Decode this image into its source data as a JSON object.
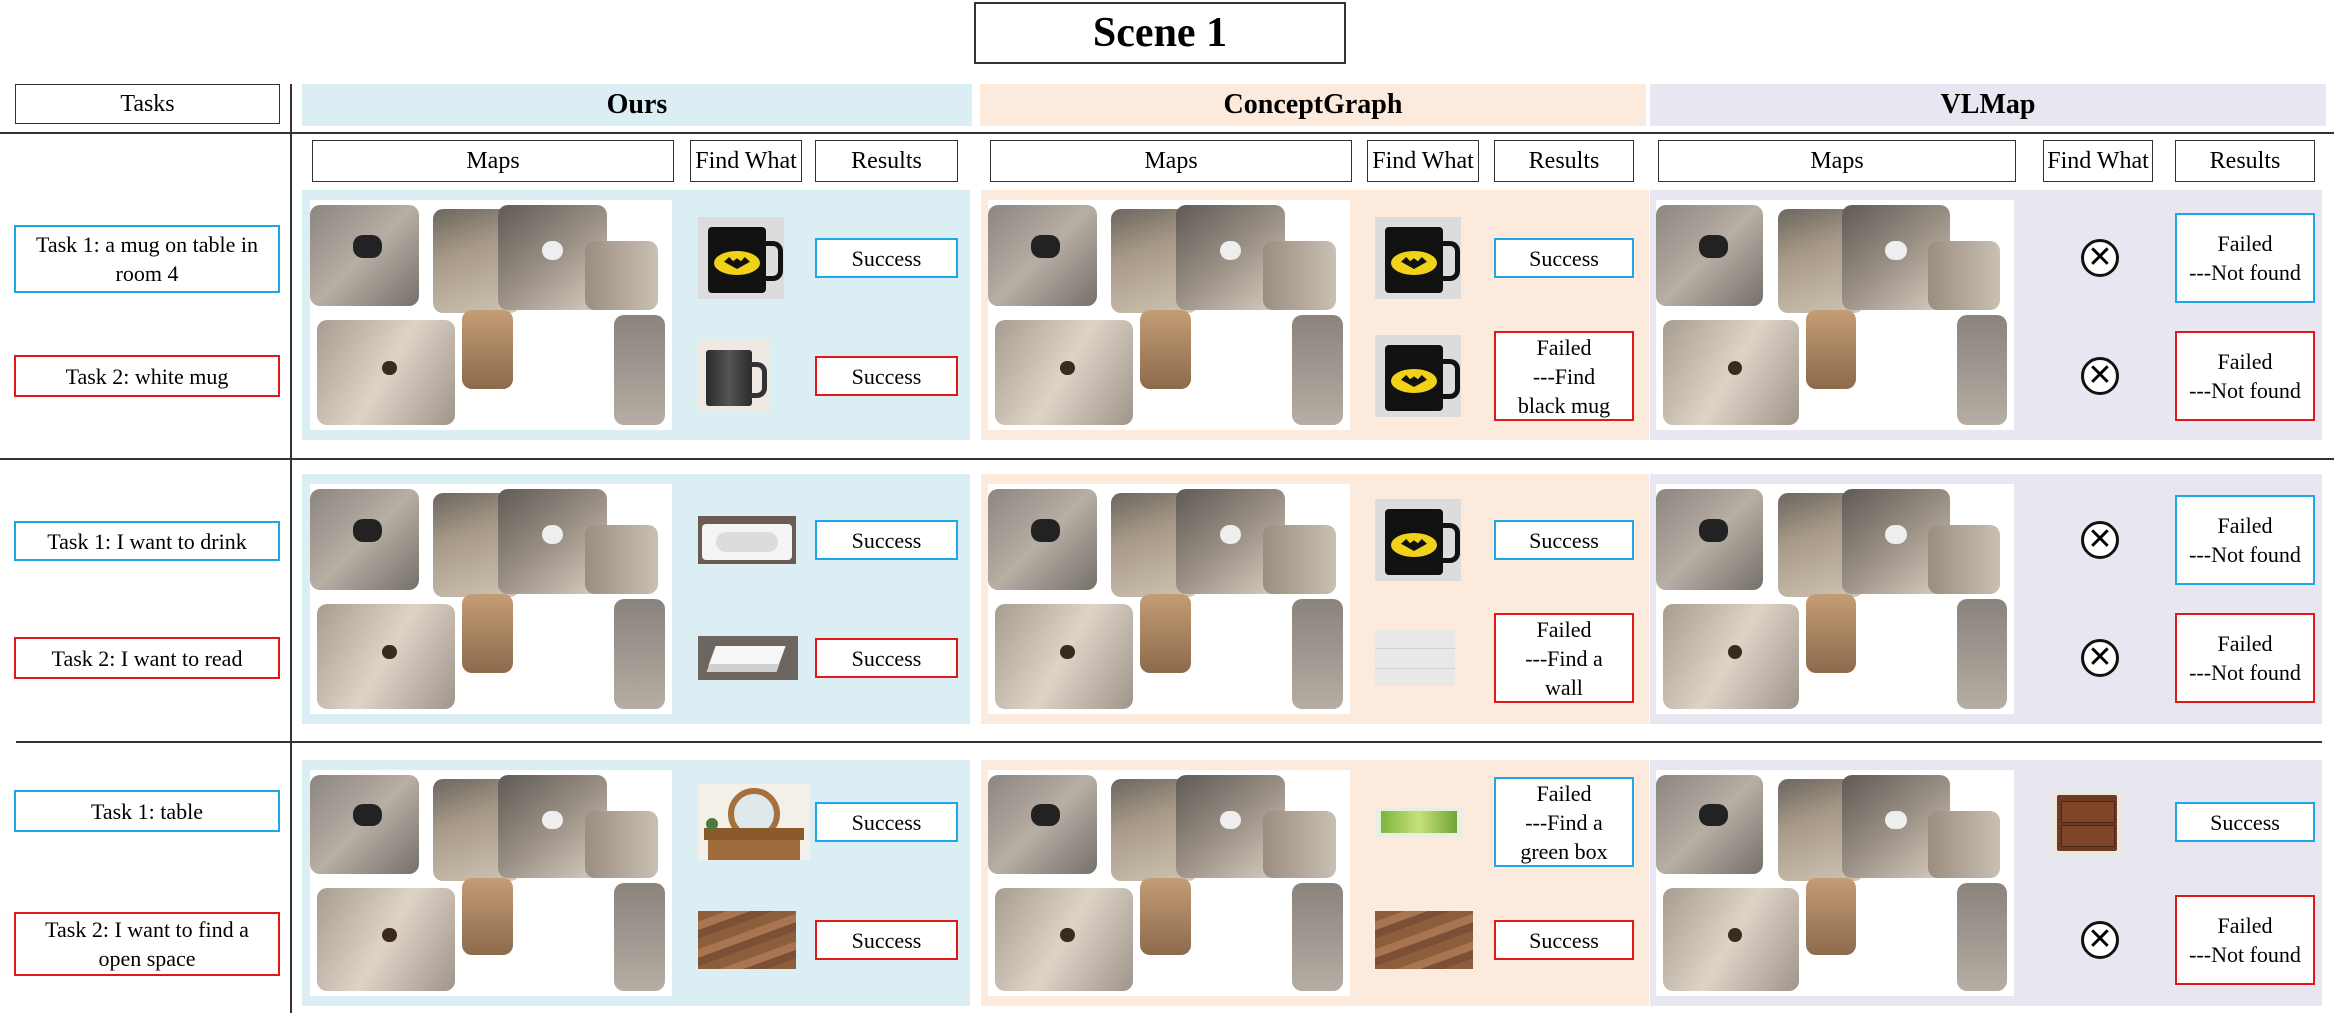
{
  "title": "Scene 1",
  "tasks_header": "Tasks",
  "colors": {
    "blue": "#1ea7e6",
    "red": "#e01818",
    "ours_bg": "#dbeef3",
    "conceptgraph_bg": "#fcebdc",
    "vlmap_bg": "#e8e6f0"
  },
  "methods": [
    {
      "name": "Ours",
      "sub_headers": [
        "Maps",
        "Find What",
        "Results"
      ]
    },
    {
      "name": "ConceptGraph",
      "sub_headers": [
        "Maps",
        "Find What",
        "Results"
      ]
    },
    {
      "name": "VLMap",
      "sub_headers": [
        "Maps",
        "Find What",
        "Results"
      ]
    }
  ],
  "rows": [
    {
      "task1": "Task 1: a mug on table in room 4",
      "task2": "Task 2: white mug",
      "results": [
        {
          "find1": "black-mug-batman",
          "res1": "Success",
          "find2": "dark-grey-mug",
          "res2": "Success"
        },
        {
          "find1": "black-mug-batman",
          "res1": "Success",
          "find2": "black-mug-batman",
          "res2": "Failed\n---Find\nblack mug"
        },
        {
          "find1": "not-found-icon",
          "res1": "Failed\n---Not found",
          "find2": "not-found-icon",
          "res2": "Failed\n---Not found"
        }
      ]
    },
    {
      "task1": "Task 1: I want to drink",
      "task2": "Task 2:  I want to read",
      "results": [
        {
          "find1": "white-sink",
          "res1": "Success",
          "find2": "white-book",
          "res2": "Success"
        },
        {
          "find1": "black-mug-batman",
          "res1": "Success",
          "find2": "white-wall",
          "res2": "Failed\n---Find a\nwall"
        },
        {
          "find1": "not-found-icon",
          "res1": "Failed\n---Not found",
          "find2": "not-found-icon",
          "res2": "Failed\n---Not found"
        }
      ]
    },
    {
      "task1": "Task 1: table",
      "task2": "Task 2:  I want to find a open space",
      "results": [
        {
          "find1": "wooden-table-with-mirror",
          "res1": "Success",
          "find2": "wood-floor",
          "res2": "Success"
        },
        {
          "find1": "green-box",
          "res1": "Failed\n---Find a\ngreen box",
          "find2": "wood-floor",
          "res2": "Success"
        },
        {
          "find1": "wooden-nightstand",
          "res1": "Success",
          "find2": "not-found-icon",
          "res2": "Failed\n---Not found"
        }
      ]
    }
  ]
}
